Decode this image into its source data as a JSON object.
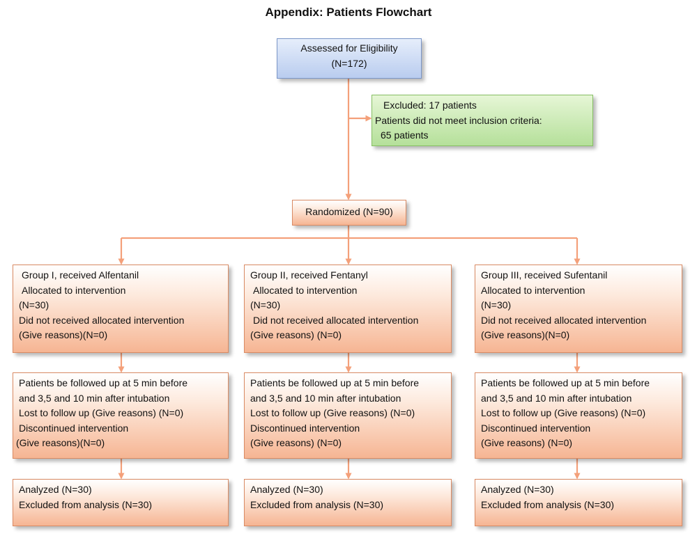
{
  "title": "Appendix: Patients Flowchart",
  "colors": {
    "arrow": "#f4a07a",
    "blue_box": "#b9ccef",
    "green_box": "#b5e09a",
    "orange_box": "#f6b593"
  },
  "eligibility": {
    "line1": "Assessed for Eligibility",
    "line2": "(N=172)"
  },
  "excluded": {
    "line1": "Excluded: 17 patients",
    "line2": "Patients did not meet inclusion criteria:",
    "line3": "65 patients"
  },
  "randomized": {
    "label": "Randomized (N=90)"
  },
  "groups": [
    {
      "allocation": {
        "line1": "Group I, received Alfentanil",
        "line2": "Allocated to intervention",
        "line3": "(N=30)",
        "line4": "Did not received allocated intervention",
        "line5": "(Give reasons)(N=0)"
      },
      "followup": {
        "line1": "Patients be followed up at 5 min before",
        "line2": "and 3,5 and 10 min after intubation",
        "line3": "Lost to follow up (Give reasons) (N=0)",
        "line4": "Discontinued intervention",
        "line5": "(Give reasons)(N=0)"
      },
      "analysis": {
        "line1": "Analyzed (N=30)",
        "line2": "Excluded from analysis (N=30)"
      }
    },
    {
      "allocation": {
        "line1": "Group II, received Fentanyl",
        "line2": "Allocated to intervention",
        "line3": "(N=30)",
        "line4": "Did not received allocated intervention",
        "line5": "(Give reasons) (N=0)"
      },
      "followup": {
        "line1": "Patients be followed up at 5 min before",
        "line2": "and 3,5 and 10 min after intubation",
        "line3": "Lost to follow up (Give reasons) (N=0)",
        "line4": "Discontinued intervention",
        "line5": "(Give reasons) (N=0)"
      },
      "analysis": {
        "line1": "Analyzed (N=30)",
        "line2": "Excluded from analysis (N=30)"
      }
    },
    {
      "allocation": {
        "line1": "Group III, received Sufentanil",
        "line2": "Allocated to intervention",
        "line3": "(N=30)",
        "line4": "Did not received allocated intervention",
        "line5": "(Give reasons)(N=0)"
      },
      "followup": {
        "line1": "Patients be followed up at 5 min before",
        "line2": "and 3,5 and 10 min after intubation",
        "line3": "Lost to follow up (Give reasons) (N=0)",
        "line4": "Discontinued intervention",
        "line5": "(Give reasons) (N=0)"
      },
      "analysis": {
        "line1": "Analyzed (N=30)",
        "line2": "Excluded from analysis (N=30)"
      }
    }
  ]
}
